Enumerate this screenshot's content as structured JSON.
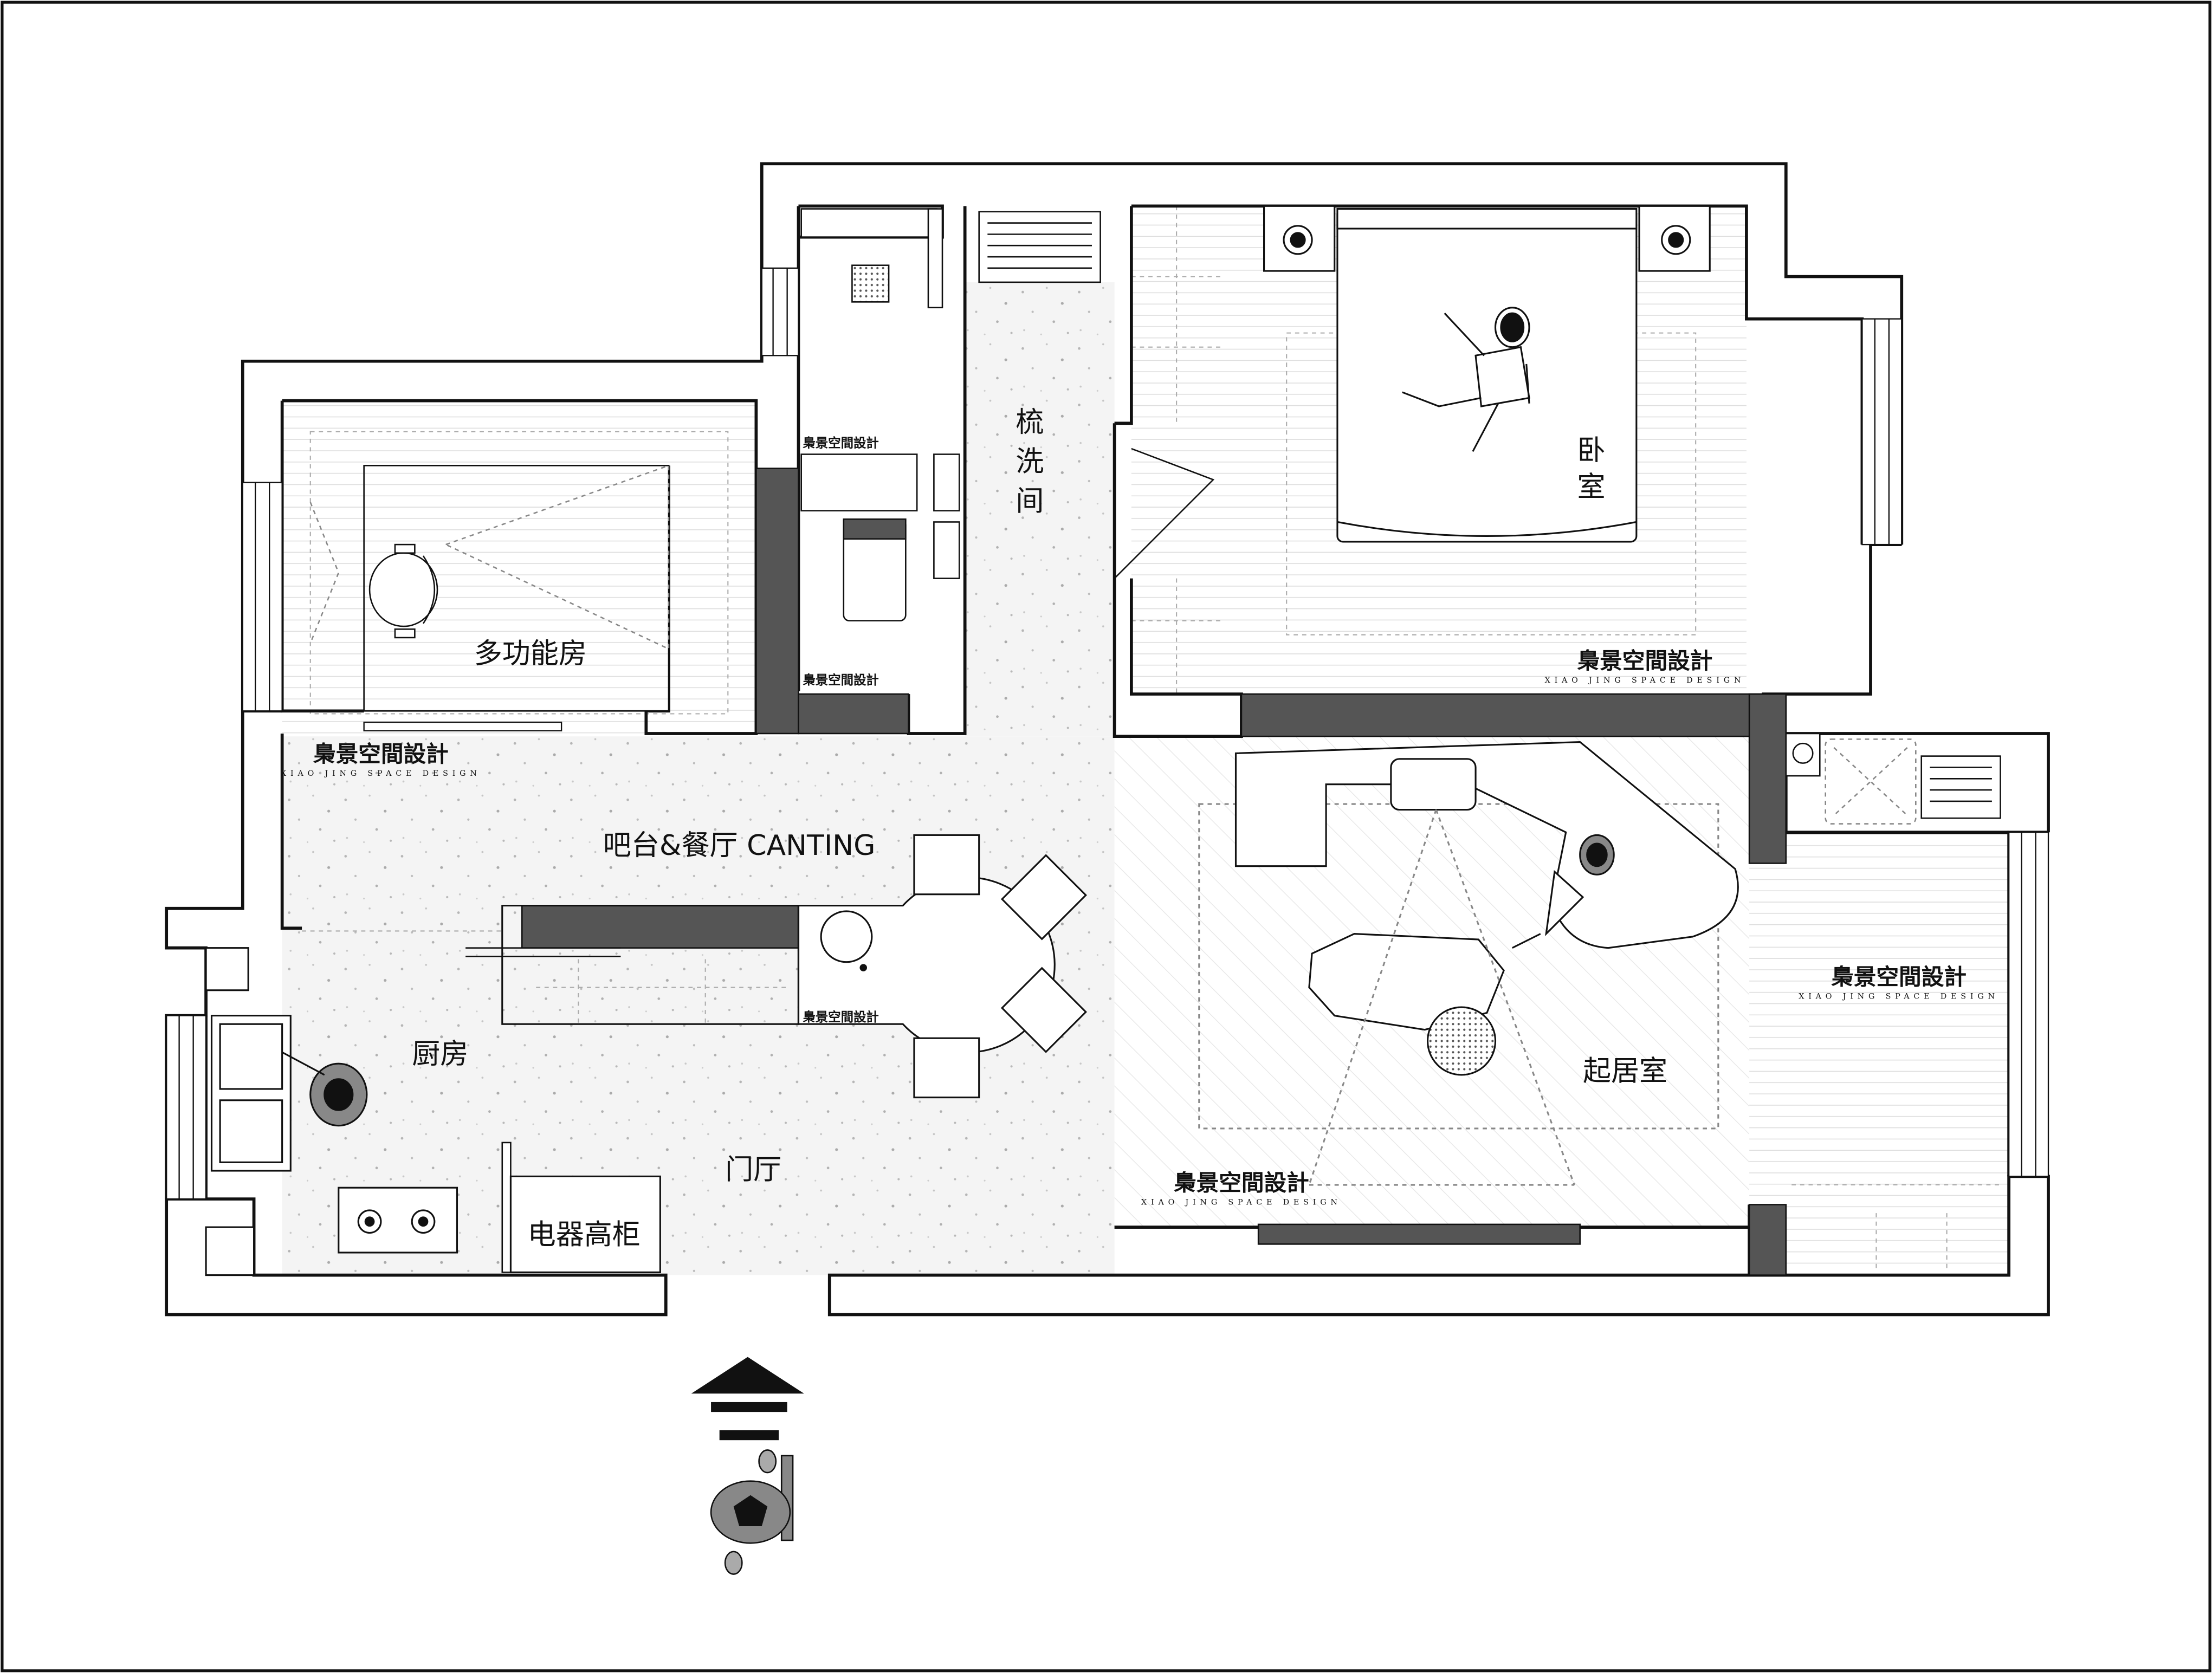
{
  "colors": {
    "wall": "#111111",
    "column": "#555555",
    "terrazzo": "#f1f1f1",
    "floor_line": "#bdbdbd",
    "background": "#ffffff"
  },
  "rooms": {
    "bathroom": "梳\n洗\n间",
    "bedroom": "卧\n室",
    "multi": "多功能房",
    "dining": "吧台&餐厅 CANTING",
    "kitchen": "厨房",
    "foyer": "门厅",
    "cabinet": "电器高柜",
    "living": "起居室"
  },
  "brand": {
    "cn": "梟景空間設計",
    "en": "XIAO JING SPACE DESIGN"
  },
  "icons": {
    "entry": "entrance-arrow-icon",
    "person": "person-icon",
    "stove": "stove-icon",
    "sink": "sink-icon",
    "toilet": "toilet-icon",
    "bed": "bed-icon",
    "sofa": "sofa-icon",
    "chair": "chair-icon"
  }
}
